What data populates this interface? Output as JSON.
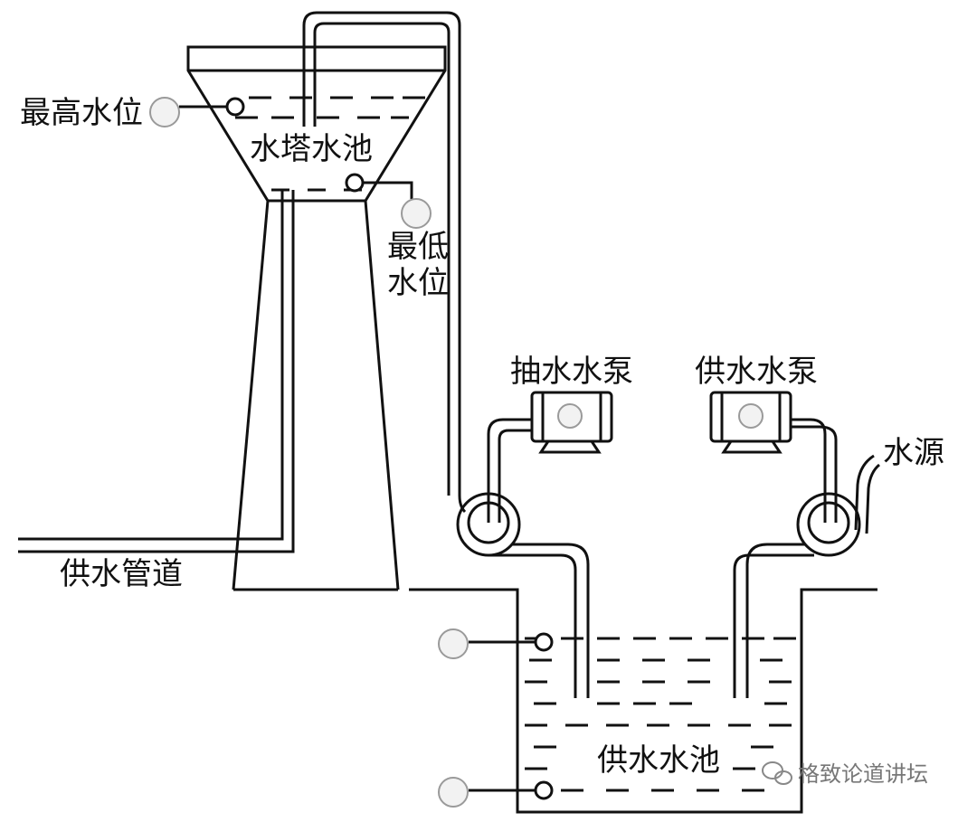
{
  "labels": {
    "max_level": "最高水位",
    "tower_pool": "水塔水池",
    "min_level_line1": "最低",
    "min_level_line2": "水位",
    "suction_pump": "抽水水泵",
    "supply_pump": "供水水泵",
    "water_source": "水源",
    "supply_pipe": "供水管道",
    "supply_pool": "供水水池"
  },
  "watermark": "格致论道讲坛",
  "colors": {
    "line": "#111111",
    "sensor_fill": "#f2f2f2",
    "sensor_stroke": "#9a9a9a",
    "watermark": "#777777"
  }
}
